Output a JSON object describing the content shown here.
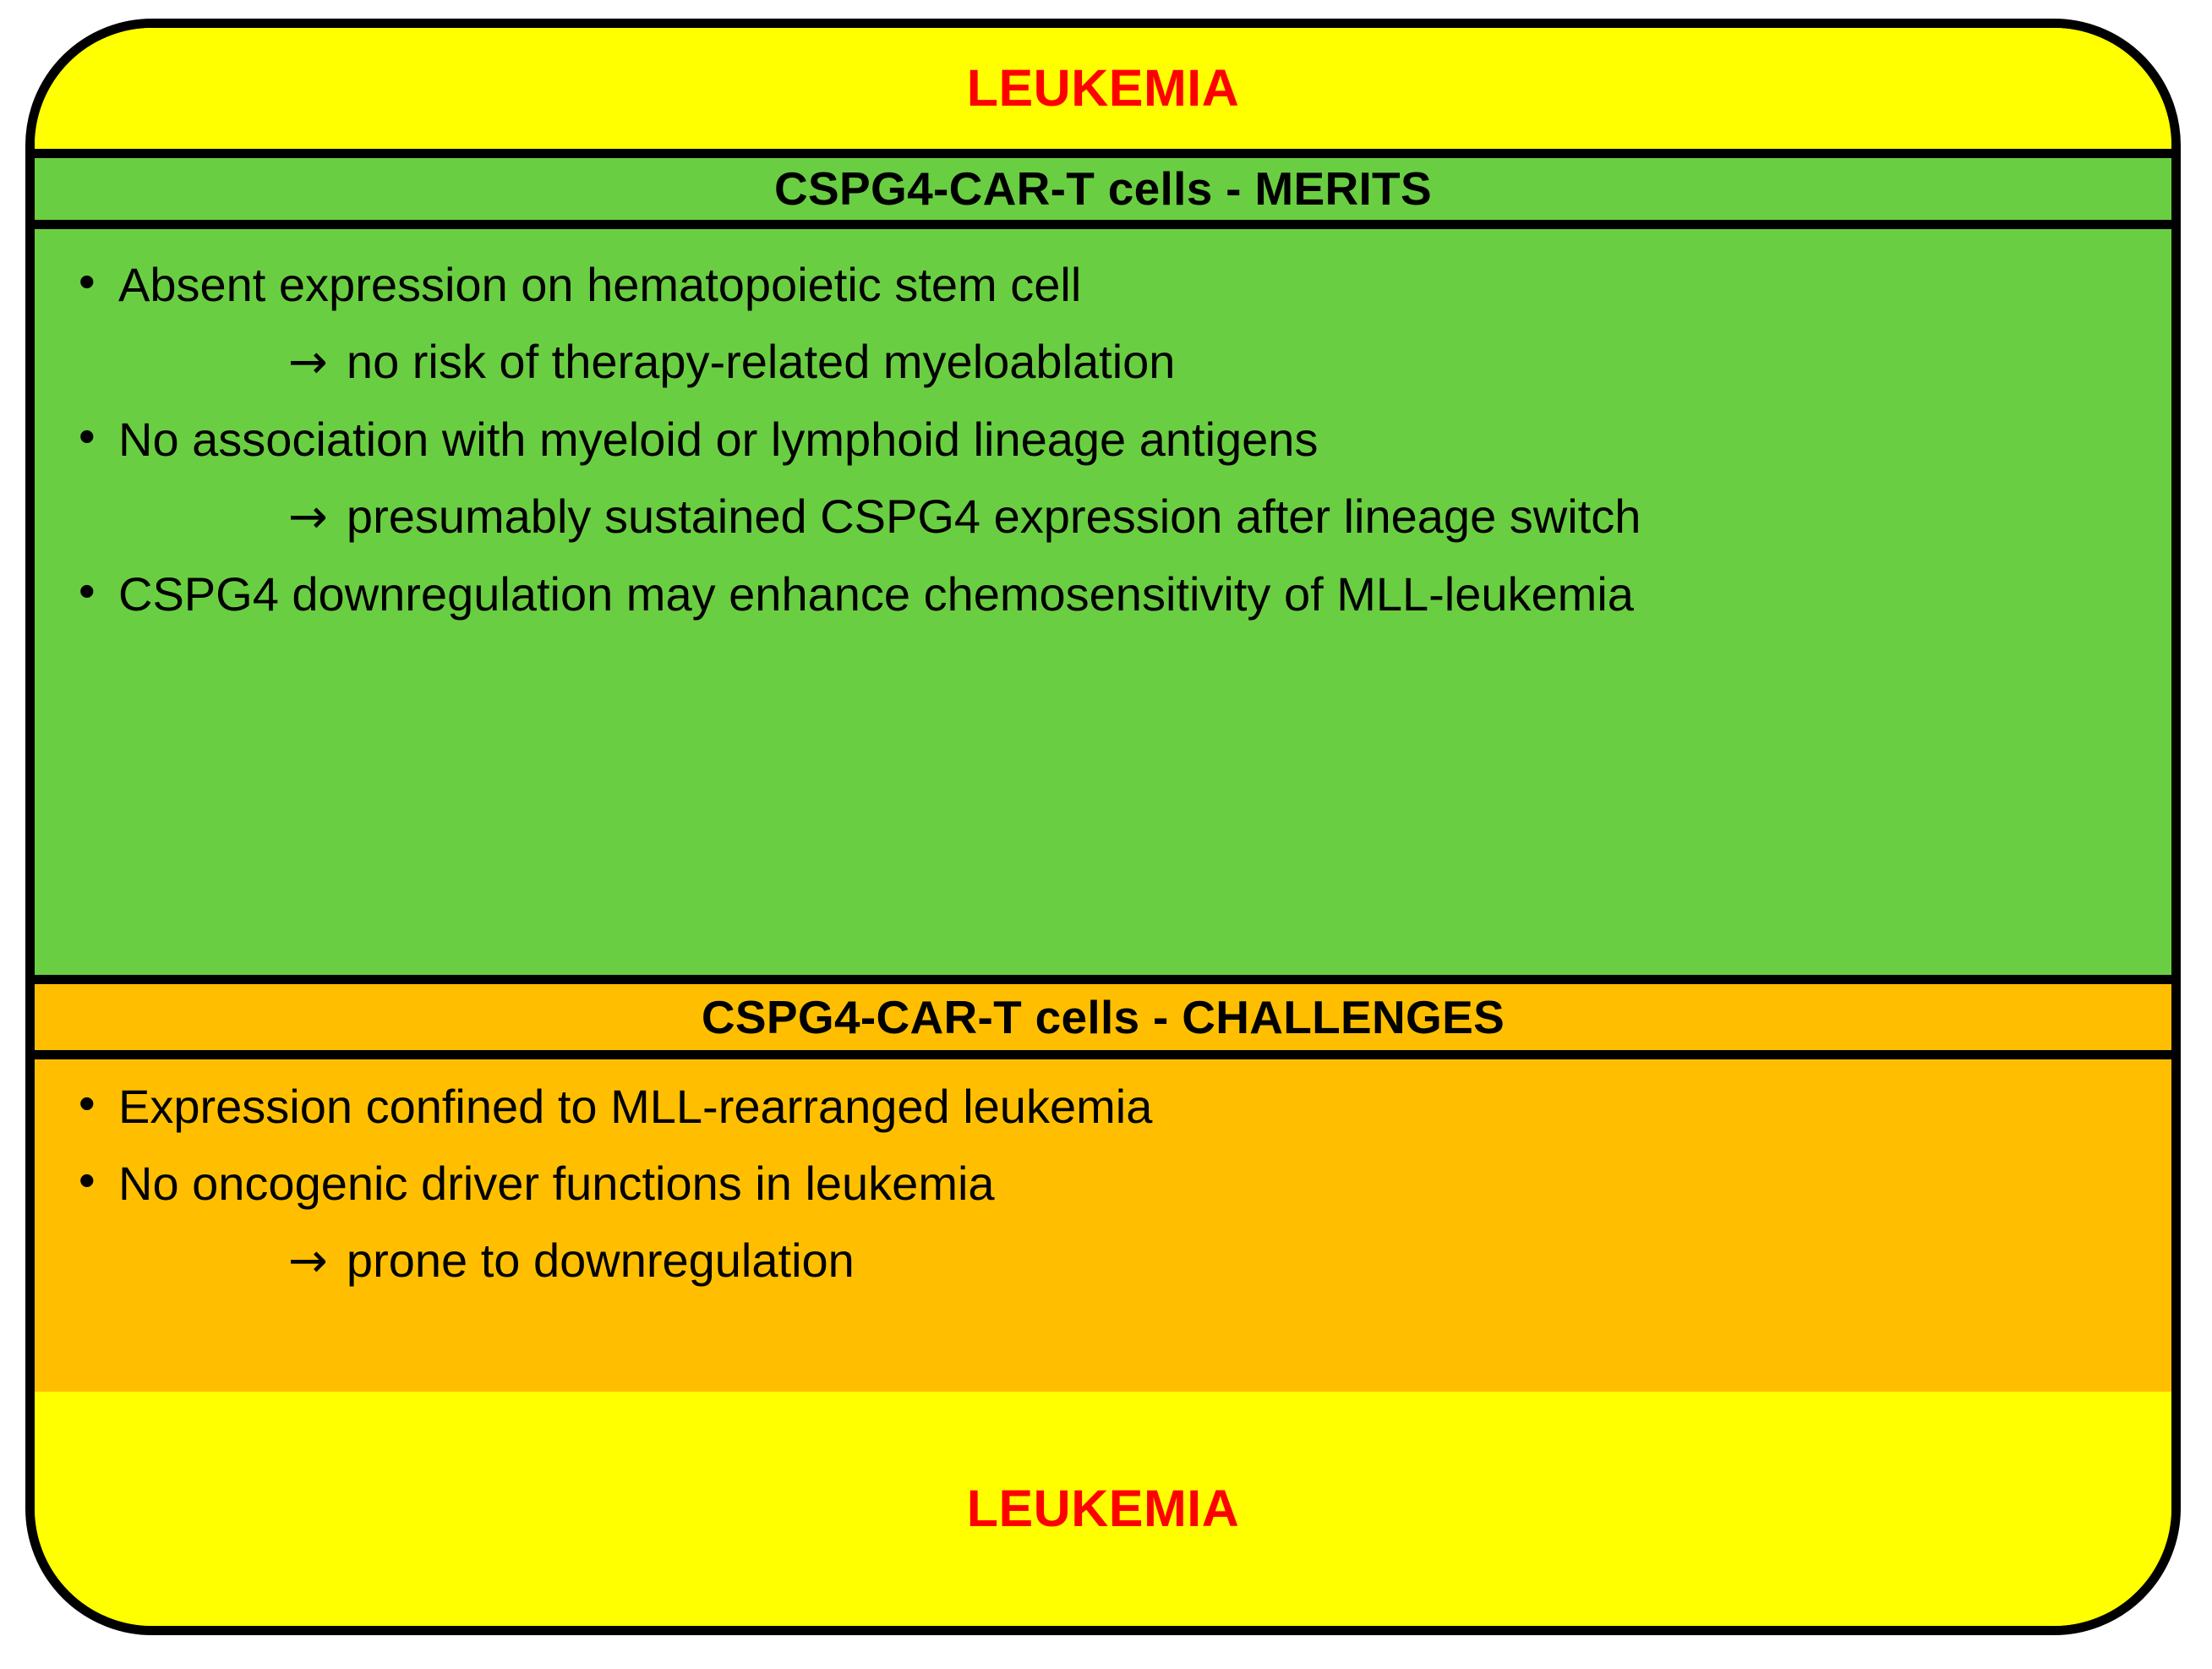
{
  "diagram": {
    "title_top": "LEUKEMIA",
    "title_bottom": "LEUKEMIA",
    "colors": {
      "frame_border": "#000000",
      "yellow_band": "#FFFF00",
      "title_red": "#FF0000",
      "merits_green": "#6ACE42",
      "challenges_orange": "#FFBF00",
      "text_black": "#000000"
    },
    "sections": [
      {
        "id": "merits",
        "header": "CSPG4-CAR-T cells - MERITS",
        "accent": "#6ACE42",
        "lines": [
          {
            "kind": "bullet",
            "marker": "•",
            "text": "Absent expression on hematopoietic stem cell"
          },
          {
            "kind": "arrow",
            "marker": "→",
            "text": "no risk of therapy-related myeloablation"
          },
          {
            "kind": "bullet",
            "marker": "•",
            "text": "No association with myeloid or lymphoid lineage antigens"
          },
          {
            "kind": "arrow",
            "marker": "→",
            "text": "presumably sustained CSPG4 expression after lineage switch"
          },
          {
            "kind": "bullet",
            "marker": "•",
            "text": "CSPG4 downregulation may enhance chemosensitivity of MLL-leukemia"
          }
        ]
      },
      {
        "id": "challenges",
        "header": "CSPG4-CAR-T cells - CHALLENGES",
        "accent": "#FFBF00",
        "lines": [
          {
            "kind": "bullet",
            "marker": "•",
            "text": "Expression confined to MLL-rearranged leukemia"
          },
          {
            "kind": "bullet",
            "marker": "•",
            "text": "No oncogenic driver functions in leukemia"
          },
          {
            "kind": "arrow",
            "marker": "→",
            "text": "prone to downregulation"
          }
        ]
      }
    ]
  }
}
